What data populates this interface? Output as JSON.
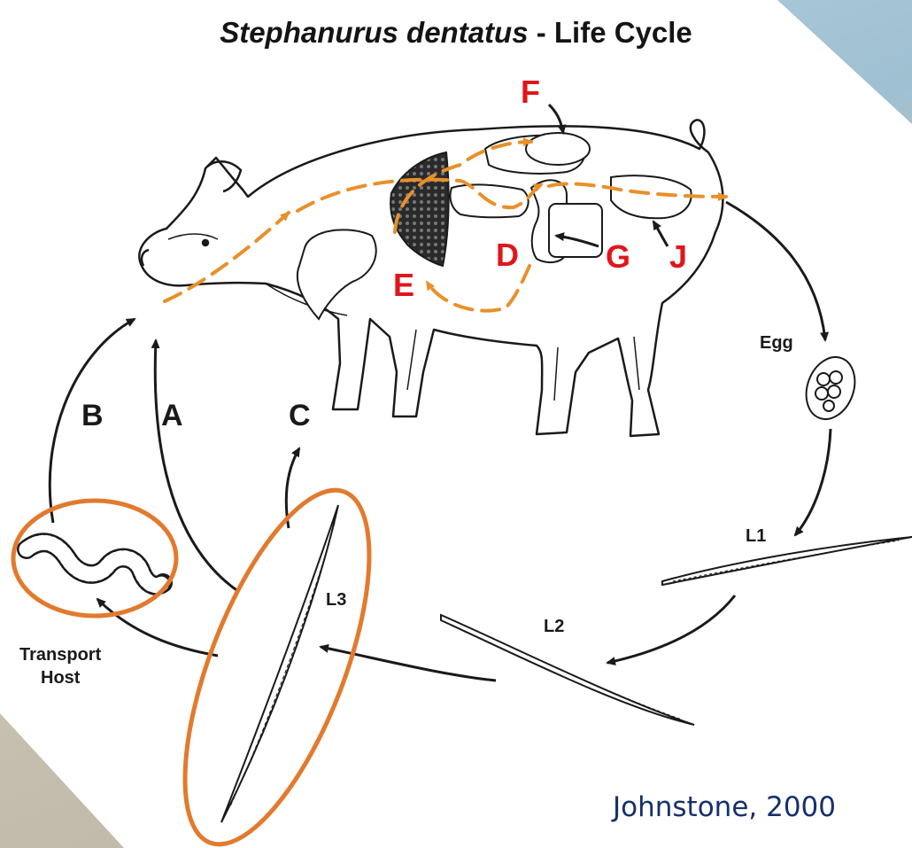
{
  "title": {
    "genus": "Stephanurus dentatus",
    "rest": " - Life Cycle"
  },
  "labels": {
    "D": "D",
    "E": "E",
    "F": "F",
    "G": "G",
    "J": "J",
    "A": "A",
    "B": "B",
    "C": "C",
    "egg": "Egg",
    "L1": "L1",
    "L2": "L2",
    "L3": "L3",
    "transport_line1": "Transport",
    "transport_line2": "Host"
  },
  "citation": "Johnstone, 2000",
  "colors": {
    "migration_path": "#e8902a",
    "highlight_ring": "#e27a2e",
    "organ_labels": "#e0161b",
    "citation": "#17306b"
  }
}
